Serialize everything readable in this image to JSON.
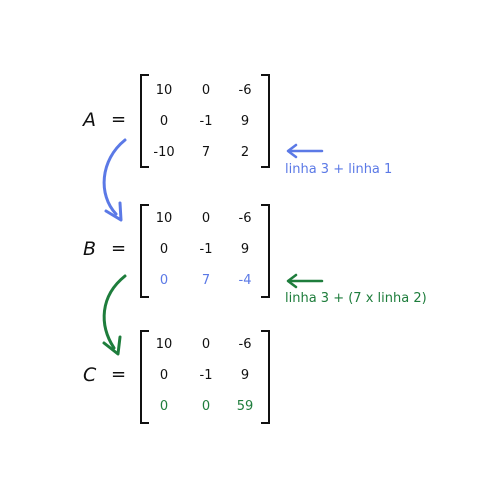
{
  "matrices": [
    {
      "label": "A",
      "equals": "=",
      "rows": [
        [
          "10",
          "0",
          "-6"
        ],
        [
          "0",
          "-1",
          "9"
        ],
        [
          "-10",
          "7",
          "2"
        ]
      ]
    },
    {
      "label": "B",
      "equals": "=",
      "rows": [
        [
          "10",
          "0",
          "-6"
        ],
        [
          "0",
          "-1",
          "9"
        ],
        [
          "0",
          "7",
          "-4"
        ]
      ]
    },
    {
      "label": "C",
      "equals": "=",
      "rows": [
        [
          "10",
          "0",
          "-6"
        ],
        [
          "0",
          "-1",
          "9"
        ],
        [
          "0",
          "0",
          "59"
        ]
      ]
    }
  ],
  "operations": [
    {
      "text": "linha 3 + linha 1",
      "color": "#5b79e6"
    },
    {
      "text": "linha 3 + (7 x linha 2)",
      "color": "#1e7d3c"
    }
  ],
  "colors": {
    "text": "#111111",
    "blue": "#5b79e6",
    "green": "#1e7d3c"
  }
}
